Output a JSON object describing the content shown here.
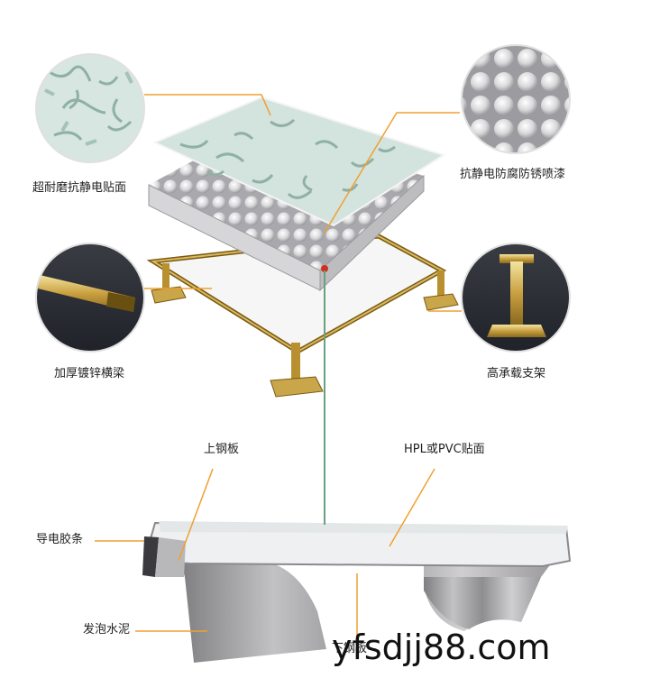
{
  "callouts": {
    "top_surface": "超耐磨抗静电贴面",
    "coating": "抗静电防腐防锈喷漆",
    "stringer": "加厚镀锌横梁",
    "pedestal": "高承载支架",
    "upper_steel": "上钢板",
    "hpl_pvc": "HPL或PVC贴面",
    "conductive_strip": "导电胶条",
    "foam_cement": "发泡水泥",
    "lower_steel": "下钢板"
  },
  "watermark": "yfsdjj88.com",
  "colors": {
    "leader": "#f0a030",
    "tile": "#d3e3dd",
    "pattern": "#8fb0a5",
    "steel": "#c9c9cb",
    "beam": "#c8a24a"
  }
}
